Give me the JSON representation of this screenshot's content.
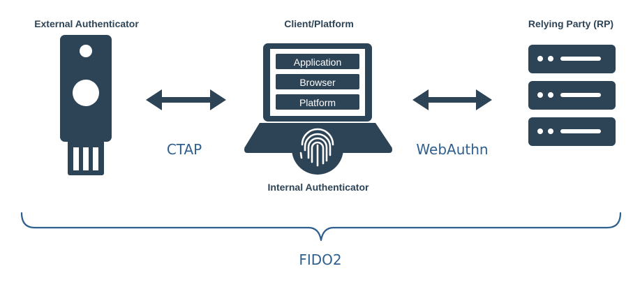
{
  "nodes": {
    "external_authenticator": {
      "title": "External Authenticator"
    },
    "client_platform": {
      "title": "Client/Platform",
      "layers": [
        "Application",
        "Browser",
        "Platform"
      ],
      "internal_title": "Internal Authenticator"
    },
    "relying_party": {
      "title": "Relying Party (RP)"
    }
  },
  "protocols": {
    "ctap": "CTAP",
    "webauthn": "WebAuthn"
  },
  "group": {
    "label": "FIDO2"
  },
  "icons": {
    "security_key": "usb-security-key-icon",
    "laptop": "laptop-icon",
    "fingerprint": "fingerprint-icon",
    "server": "server-rack-icon",
    "arrow": "double-headed-arrow-icon",
    "brace": "curly-brace"
  },
  "colors": {
    "icon": "#2d4356",
    "proto_text": "#2f5f8f",
    "screen_layer": "#2d4356",
    "white": "#ffffff"
  }
}
